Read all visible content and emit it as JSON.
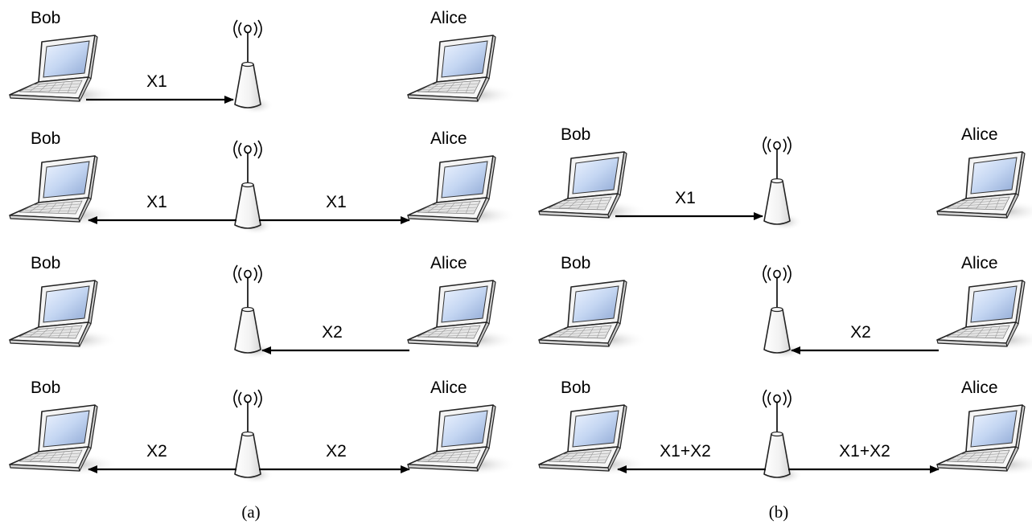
{
  "nodes": {
    "left": "Bob",
    "right": "Alice"
  },
  "captions": {
    "a": "(a)",
    "b": "(b)"
  },
  "panels": [
    {
      "id": "a",
      "rows": [
        {
          "arrows": [
            {
              "dir": "left-to-tower",
              "label": "X1"
            }
          ]
        },
        {
          "arrows": [
            {
              "dir": "tower-to-left",
              "label": "X1"
            },
            {
              "dir": "tower-to-right",
              "label": "X1"
            }
          ]
        },
        {
          "arrows": [
            {
              "dir": "right-to-tower",
              "label": "X2"
            }
          ]
        },
        {
          "arrows": [
            {
              "dir": "tower-to-left",
              "label": "X2"
            },
            {
              "dir": "tower-to-right",
              "label": "X2"
            }
          ]
        }
      ]
    },
    {
      "id": "b",
      "rows": [
        {
          "arrows": [
            {
              "dir": "left-to-tower",
              "label": "X1"
            }
          ]
        },
        {
          "arrows": [
            {
              "dir": "right-to-tower",
              "label": "X2"
            }
          ]
        },
        {
          "arrows": [
            {
              "dir": "tower-to-left",
              "label": "X1+X2"
            },
            {
              "dir": "tower-to-right",
              "label": "X1+X2"
            }
          ]
        }
      ]
    }
  ]
}
